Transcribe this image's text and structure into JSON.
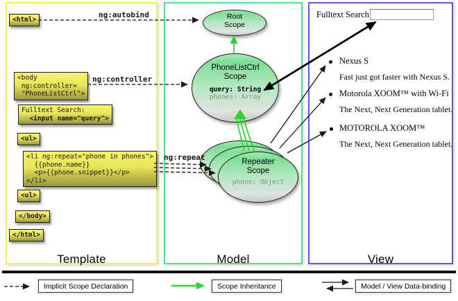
{
  "columns": {
    "template": {
      "label": "Template"
    },
    "model": {
      "label": "Model"
    },
    "view": {
      "label": "View"
    }
  },
  "template_code": {
    "html_open": "<html>",
    "body_open": [
      "<body",
      " ng:controller=",
      " \"PhoneListCtrl\">"
    ],
    "fulltext": [
      "Fulltext Search:",
      "  <input name=\"query\">"
    ],
    "ul_open": "<ul>",
    "li_repeat": [
      "<li ng:repeat=\"phone in phones\">",
      "  {{phone.name}}",
      "  <p>{{phone.snippet}}</p>",
      "</li>"
    ],
    "ul_close": "<ul>",
    "body_close": "</body>",
    "html_close": "</html>"
  },
  "edge_labels": {
    "autobind": "ng:autobind",
    "controller": "ng:controller",
    "repeat": "ng:repeat"
  },
  "scopes": {
    "root": {
      "name_line1": "Root",
      "name_line2": "Scope"
    },
    "phonelist": {
      "name_line1": "PhoneListCtrl",
      "name_line2": "Scope",
      "prop_query": "query: String",
      "prop_phones": "phones: Array"
    },
    "repeater": {
      "name_line1": "Repeater",
      "name_line2": "Scope",
      "prop_phone": "phone: Object"
    }
  },
  "view": {
    "search_label": "Fulltext Search:",
    "search_value": "",
    "items": [
      {
        "title": "Nexus S",
        "desc": "Fast just got faster with Nexus S."
      },
      {
        "title": "Motorola XOOM™ with Wi-Fi",
        "desc": "The Next, Next Generation tablet."
      },
      {
        "title": "MOTOROLA XOOM™",
        "desc": "The Next, Next Generation tablet."
      }
    ]
  },
  "legend": {
    "implicit": "Implicit Scope Declaration",
    "inheritance": "Scope Inheritance",
    "databinding": "Model / View Data-binding"
  },
  "colors": {
    "template_border": "#f3f34a",
    "model_border": "#4be48b",
    "view_border": "#5d53ee",
    "scope_fill": "#7edd95",
    "inheritance_arrow": "#27d827",
    "code_box_top": "#f6f468",
    "code_box_bottom": "#9a973f"
  }
}
